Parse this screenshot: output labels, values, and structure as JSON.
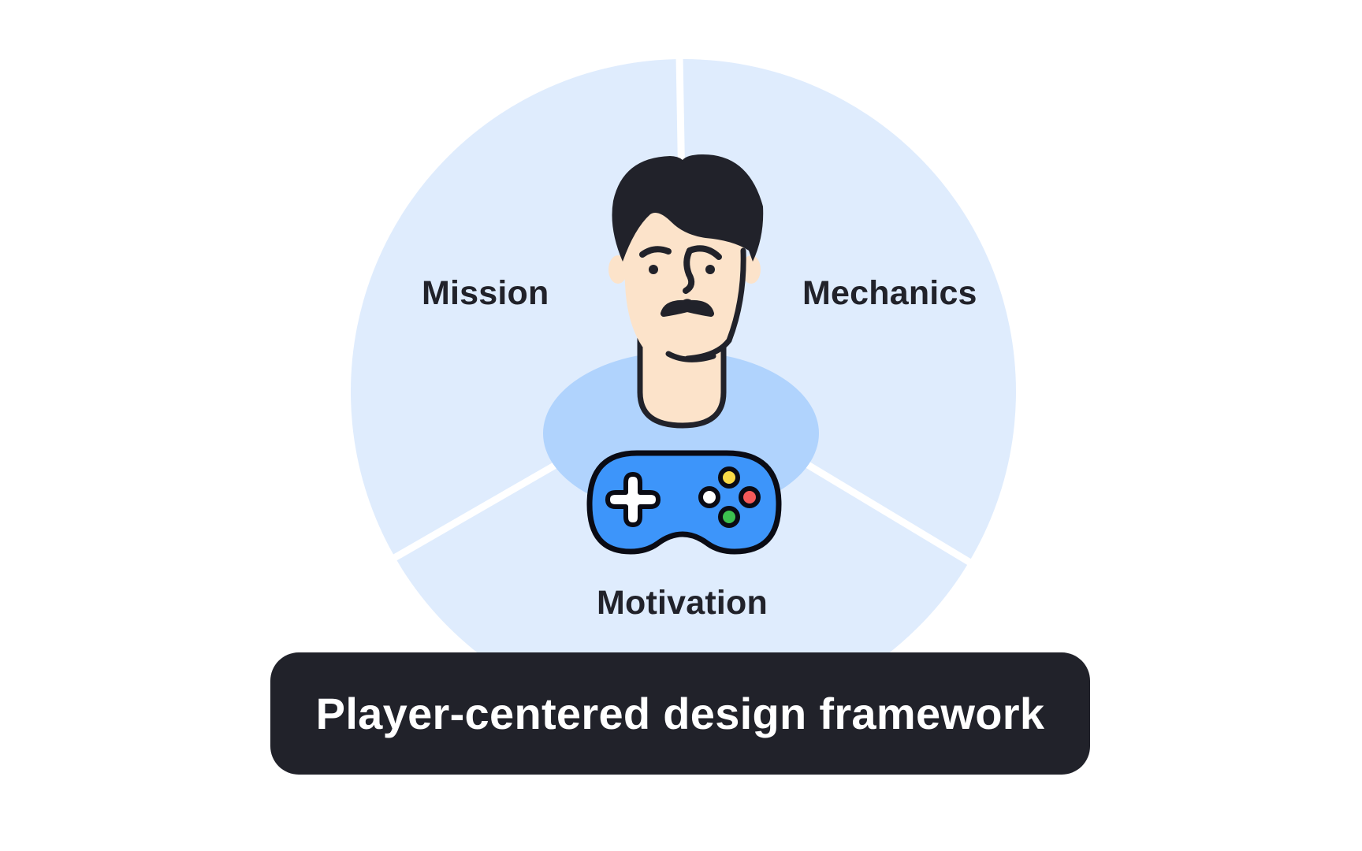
{
  "diagram": {
    "segments": [
      {
        "label": "Mission",
        "position": "upper-left"
      },
      {
        "label": "Mechanics",
        "position": "upper-right"
      },
      {
        "label": "Motivation",
        "position": "bottom"
      }
    ],
    "center": {
      "figure": "player-avatar",
      "holding": "game-controller"
    },
    "title": "Player-centered design framework"
  },
  "colors": {
    "segment_fill": "#DFECFD",
    "divider": "#FFFFFF",
    "torso": "#B0D3FD",
    "skin": "#FCE3CA",
    "outline": "#21222A",
    "controller_body": "#3D95FA",
    "button_yellow": "#F9DA47",
    "button_red": "#F55A5A",
    "button_green": "#3CC14F",
    "button_white": "#FFFFFF",
    "title_bg": "#21222A",
    "title_text": "#FFFFFF"
  }
}
